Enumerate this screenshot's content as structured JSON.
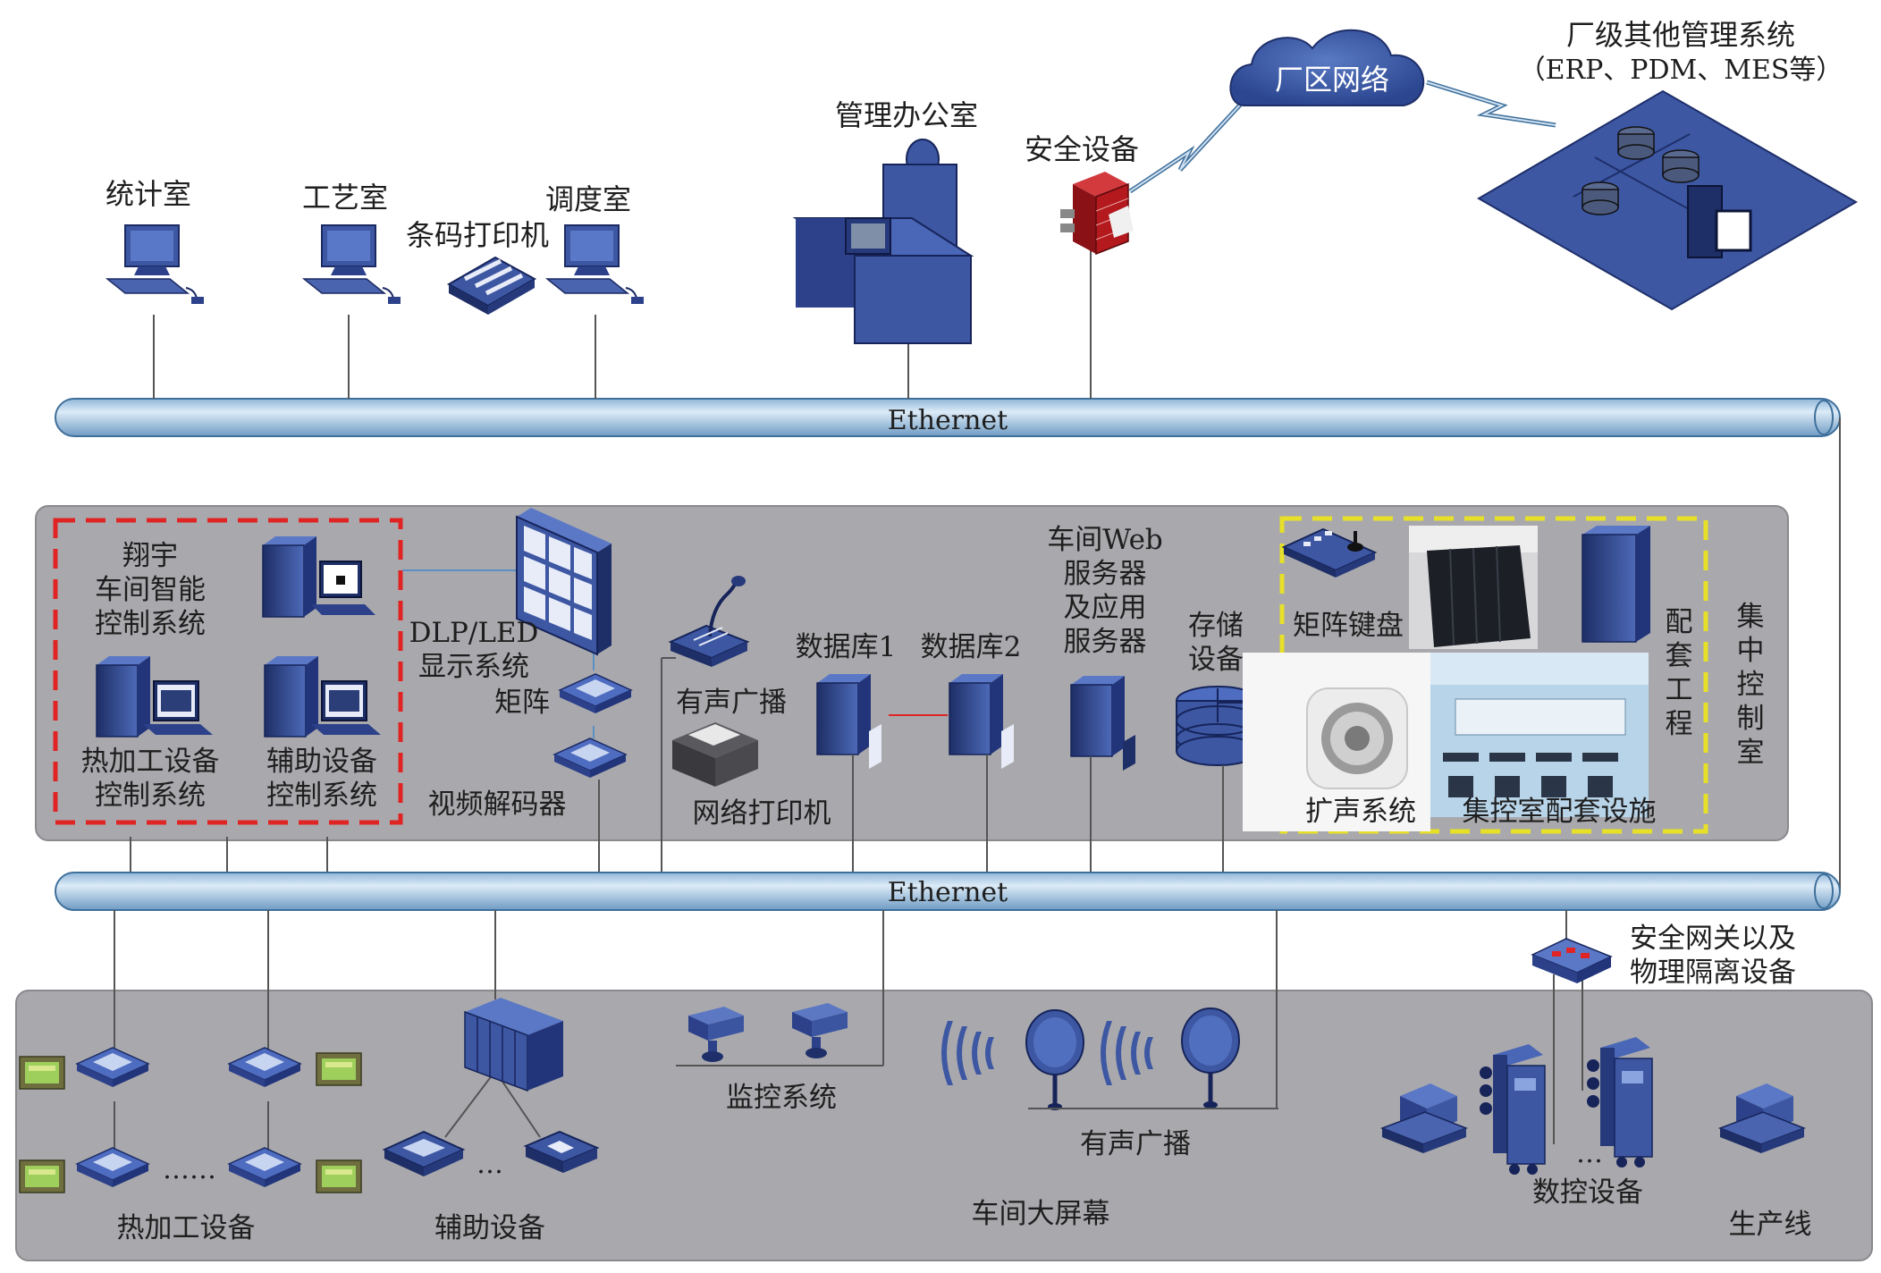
{
  "top": {
    "stat_room": "统计室",
    "craft_room": "工艺室",
    "barcode_printer": "条码打印机",
    "dispatch_room": "调度室",
    "mgmt_office": "管理办公室",
    "security_device": "安全设备",
    "plant_network": "厂区网络",
    "other_systems_line1": "厂级其他管理系统",
    "other_systems_line2": "（ERP、PDM、MES等）"
  },
  "bus": {
    "top_label": "Ethernet",
    "bottom_label": "Ethernet"
  },
  "middle": {
    "xiangyu_line1": "翔宇",
    "xiangyu_line2": "车间智能",
    "xiangyu_line3": "控制系统",
    "hot_ctrl_line1": "热加工设备",
    "hot_ctrl_line2": "控制系统",
    "aux_ctrl_line1": "辅助设备",
    "aux_ctrl_line2": "控制系统",
    "dlp_line1": "DLP/LED",
    "dlp_line2": "显示系统",
    "matrix": "矩阵",
    "video_decoder": "视频解码器",
    "pa_system": "有声广播",
    "net_printer": "网络打印机",
    "db1": "数据库1",
    "db2": "数据库2",
    "web_line1": "车间Web",
    "web_line2": "服务器",
    "web_line3": "及应用",
    "web_line4": "服务器",
    "storage_line1": "存储",
    "storage_line2": "设备",
    "matrix_keyboard": "矩阵键盘",
    "support_v": [
      "配",
      "套",
      "工",
      "程"
    ],
    "speaker_system": "扩声系统",
    "control_facilities": "集控室配套设施",
    "central_room_v": [
      "集",
      "中",
      "控",
      "制",
      "室"
    ]
  },
  "bottom": {
    "gateway_line1": "安全网关以及",
    "gateway_line2": "物理隔离设备",
    "hot_equipment": "热加工设备",
    "aux_equipment": "辅助设备",
    "monitoring": "监控系统",
    "pa": "有声广播",
    "big_screen": "车间大屏幕",
    "cnc": "数控设备",
    "production_line": "生产线",
    "dots_hot": "……",
    "dots_aux": "…",
    "dots_cnc": "…"
  },
  "colors": {
    "device_blue": "#3d57a3",
    "device_dark": "#26397a",
    "bus_fill": "#b9d4ea",
    "bus_stroke": "#3e6f9a",
    "panel_gray": "#a9a9ad",
    "red_dash": "#e02424",
    "yellow_dash": "#e6e028",
    "firewall_red": "#b3191d"
  }
}
